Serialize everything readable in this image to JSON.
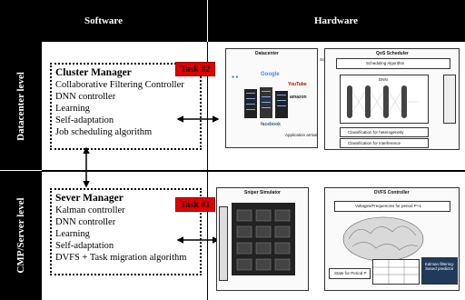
{
  "headers": {
    "software": "Software",
    "hardware": "Hardware"
  },
  "sides": {
    "datacenter": "Datacenter level",
    "server": "CMP/Server level"
  },
  "cluster": {
    "title": "Cluster Manager",
    "task": "Task #2",
    "items": [
      "Collaborative Filtering Controller",
      "DNN controller",
      "Learning",
      "Self-adaptation",
      "Job scheduling algorithm"
    ]
  },
  "server": {
    "title": "Sever Manager",
    "task": "Task #1",
    "items": [
      "Kalman controller",
      "DNN controller",
      "Learning",
      "Self-adaptation",
      "DVFS + Task migration algorithm"
    ]
  },
  "dc": {
    "datacenter": "Datacenter",
    "scheduling": "Scheduling",
    "qos_scheduler": "QoS Scheduler",
    "scheduling_algorithm": "Scheduling Algorithm",
    "dnn": "DNN",
    "application_arrival": "Application arrival",
    "class_hetero": "Classification for heterogeneity",
    "class_interf": "Classification for interference"
  },
  "srv": {
    "sniper": "Sniper Simulator",
    "dvfs_controller": "DVFS Controller",
    "voltages": "Voltages/Frequencies for period P+1",
    "state": "State for Period P",
    "kalman": "Kalman filtering-based predictor"
  },
  "logos": {
    "google": "Google",
    "youtube": "YouTube",
    "amazon": "amazon",
    "facebook": "facebook"
  },
  "colors": {
    "task": "#e00000",
    "kalman": "#1f3a5a"
  }
}
